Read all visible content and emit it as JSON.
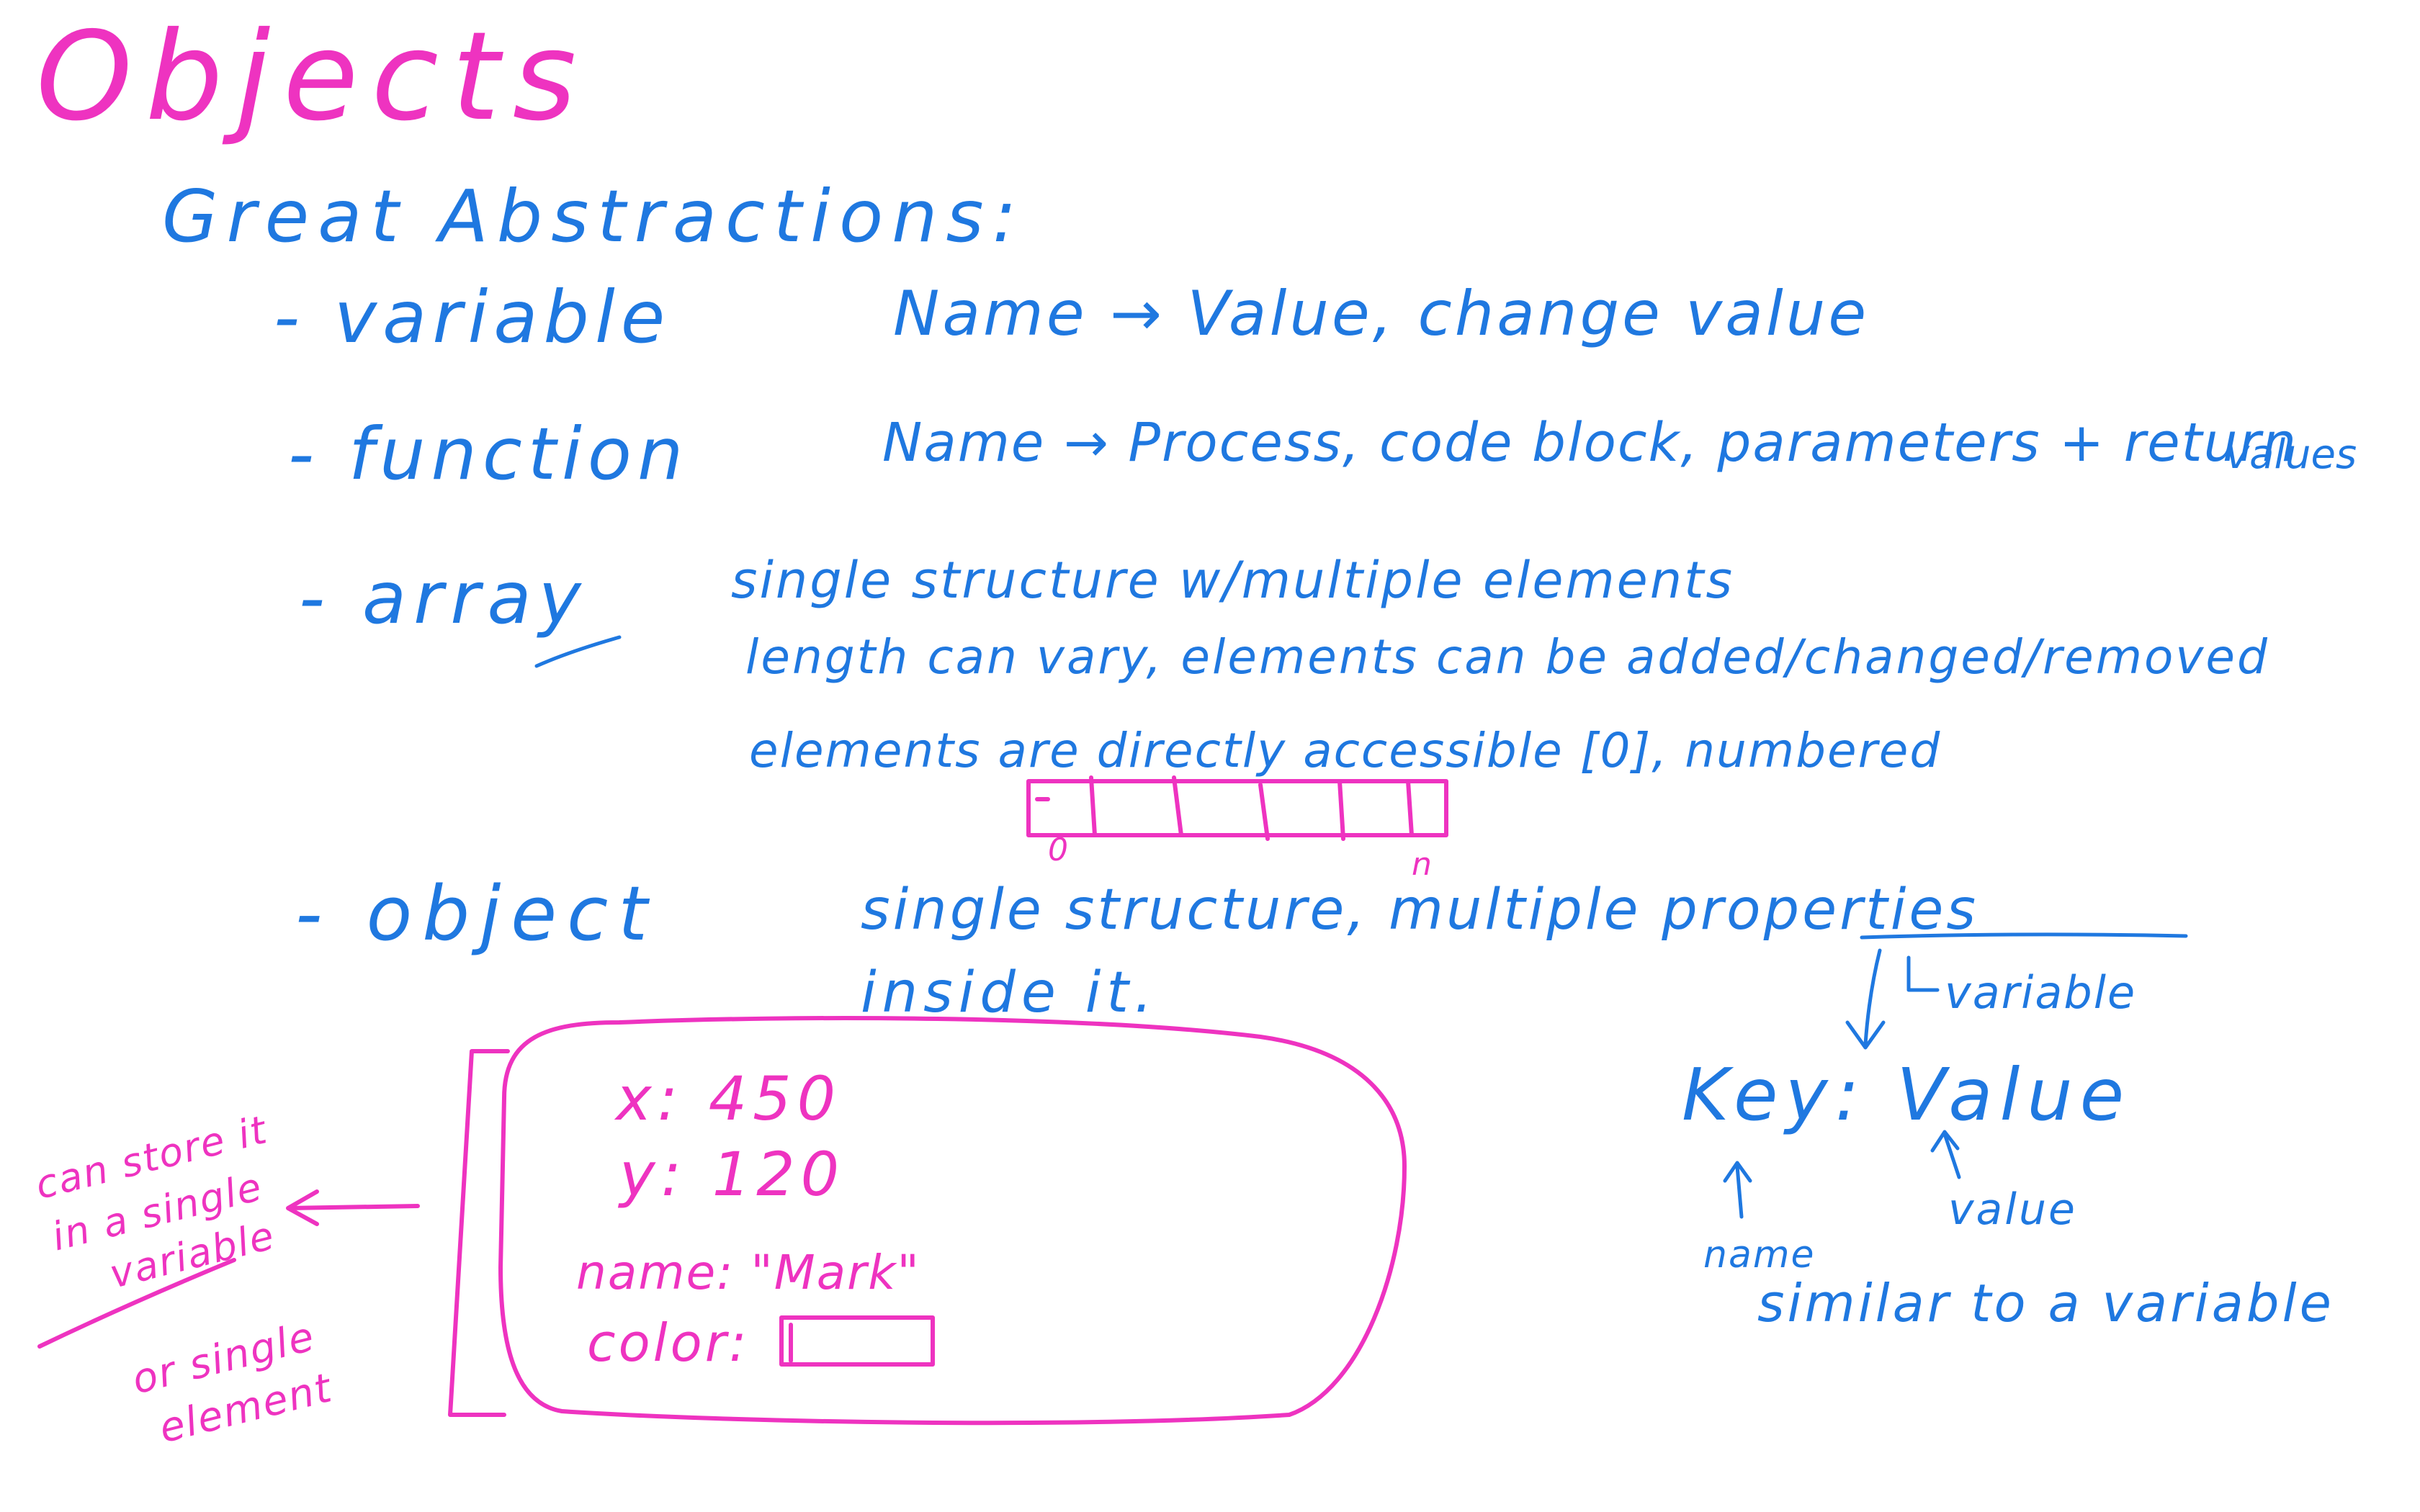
{
  "colors": {
    "blue": "#1f78e0",
    "pink": "#ee33c0",
    "background": "#ffffff"
  },
  "title": "Objects",
  "heading": "Great Abstractions:",
  "items": [
    {
      "term": "- variable",
      "desc": [
        "Name → Value, change value"
      ]
    },
    {
      "term": "- function",
      "desc": [
        "Name → Process, code block, parameters + return",
        "values"
      ]
    },
    {
      "term": "- array",
      "desc": [
        "single structure w/multiple elements",
        "length can vary, elements can be added/changed/removed",
        "elements are directly accessible [0], numbered"
      ]
    },
    {
      "term": "- object",
      "desc": [
        "single structure, multiple properties",
        "inside it."
      ]
    }
  ],
  "array_diagram": {
    "start_label": "0",
    "end_label": "n"
  },
  "object_example": {
    "props": [
      "x: 450",
      "y: 120",
      "name: \"Mark\"",
      "color:"
    ]
  },
  "left_note": {
    "lines": [
      "can store it",
      "in a single",
      "variable"
    ],
    "alt_lines": [
      "or single",
      "element"
    ]
  },
  "right_note": {
    "arrow_label": "variable",
    "key_value": "Key: Value",
    "value_label": "value",
    "name_label": "name",
    "similar": "similar to a variable"
  }
}
